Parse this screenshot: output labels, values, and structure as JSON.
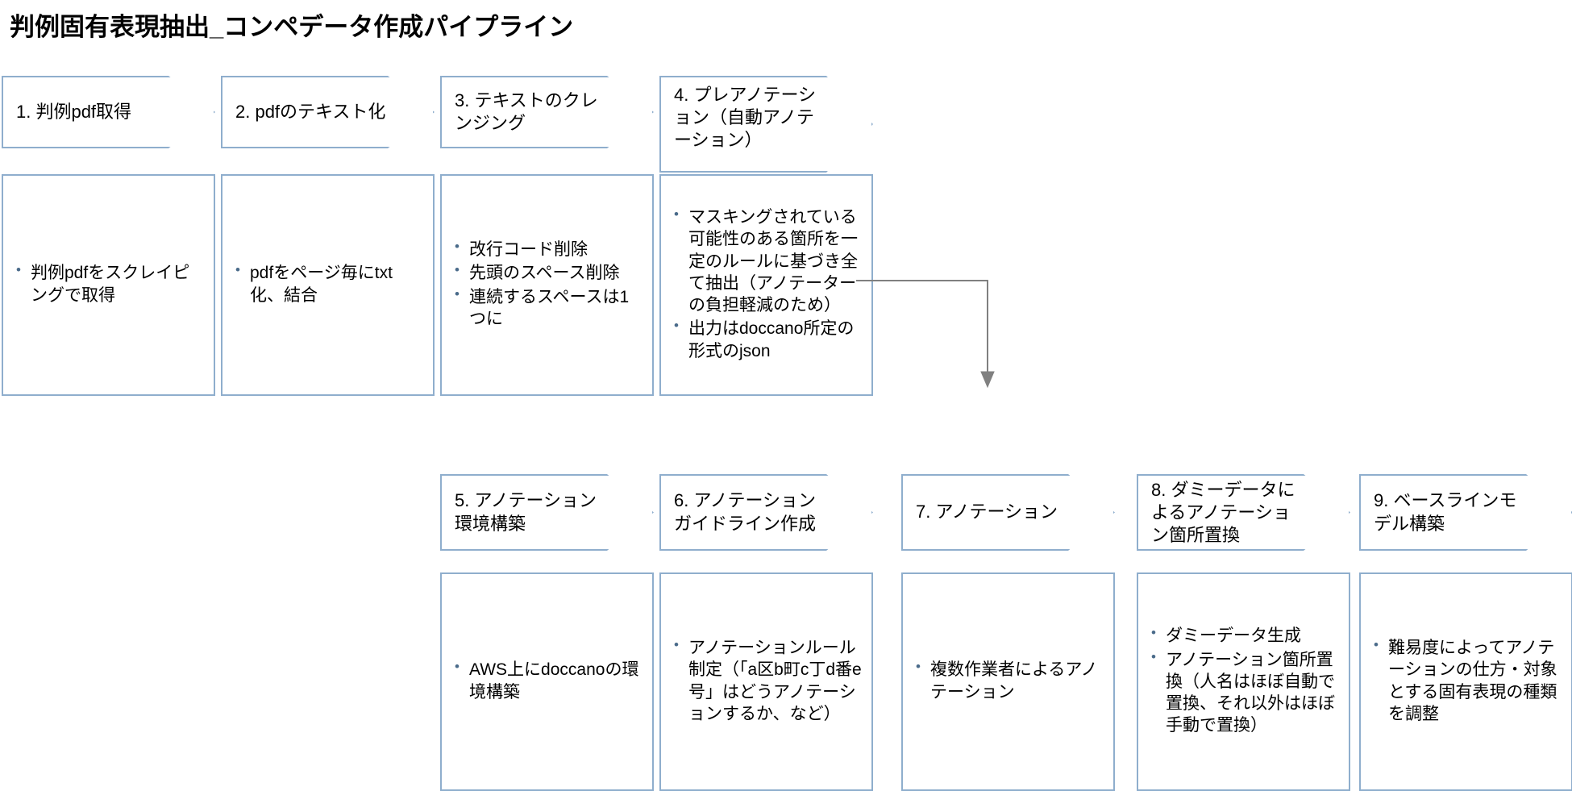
{
  "page": {
    "title": "判例固有表現抽出_コンペデータ作成パイプライン",
    "accent_border_color": "#8FAECD",
    "connector_color": "#808080",
    "background_color": "#FFFFFF",
    "text_color": "#000000"
  },
  "steps": [
    {
      "id": "step-1",
      "header": "1. 判例pdf取得",
      "bullets": [
        "判例pdfをスクレイピングで取得"
      ]
    },
    {
      "id": "step-2",
      "header": "2. pdfのテキスト化",
      "bullets": [
        "pdfをページ毎にtxt化、結合"
      ]
    },
    {
      "id": "step-3",
      "header": "3. テキストのクレンジング",
      "bullets": [
        "改行コード削除",
        "先頭のスペース削除",
        "連続するスペースは1つに"
      ]
    },
    {
      "id": "step-4",
      "header": "4. プレアノテーション（自動アノテーション）",
      "bullets": [
        "マスキングされている可能性のある箇所を一定のルールに基づき全て抽出（アノテーターの負担軽減のため）",
        "出力はdoccano所定の形式のjson"
      ]
    },
    {
      "id": "step-5",
      "header": "5. アノテーション環境構築",
      "bullets": [
        "AWS上にdoccanoの環境構築"
      ]
    },
    {
      "id": "step-6",
      "header": "6. アノテーションガイドライン作成",
      "bullets": [
        "アノテーションルール制定（「a区b町c丁d番e号」はどうアノテーションするか、など）"
      ]
    },
    {
      "id": "step-7",
      "header": "7. アノテーション",
      "bullets": [
        "複数作業者によるアノテーション"
      ]
    },
    {
      "id": "step-8",
      "header": "8. ダミーデータによるアノテーション箇所置換",
      "bullets": [
        "ダミーデータ生成",
        "アノテーション箇所置換（人名はほぼ自動で置換、それ以外はほぼ手動で置換）"
      ]
    },
    {
      "id": "step-9",
      "header": "9. ベースラインモデル構築",
      "bullets": [
        "難易度によってアノテーションの仕方・対象とする固有表現の種類を調整"
      ]
    }
  ],
  "connector": {
    "name": "elbow-arrow-step4-to-step7",
    "from": "step-4",
    "to": "step-7"
  }
}
